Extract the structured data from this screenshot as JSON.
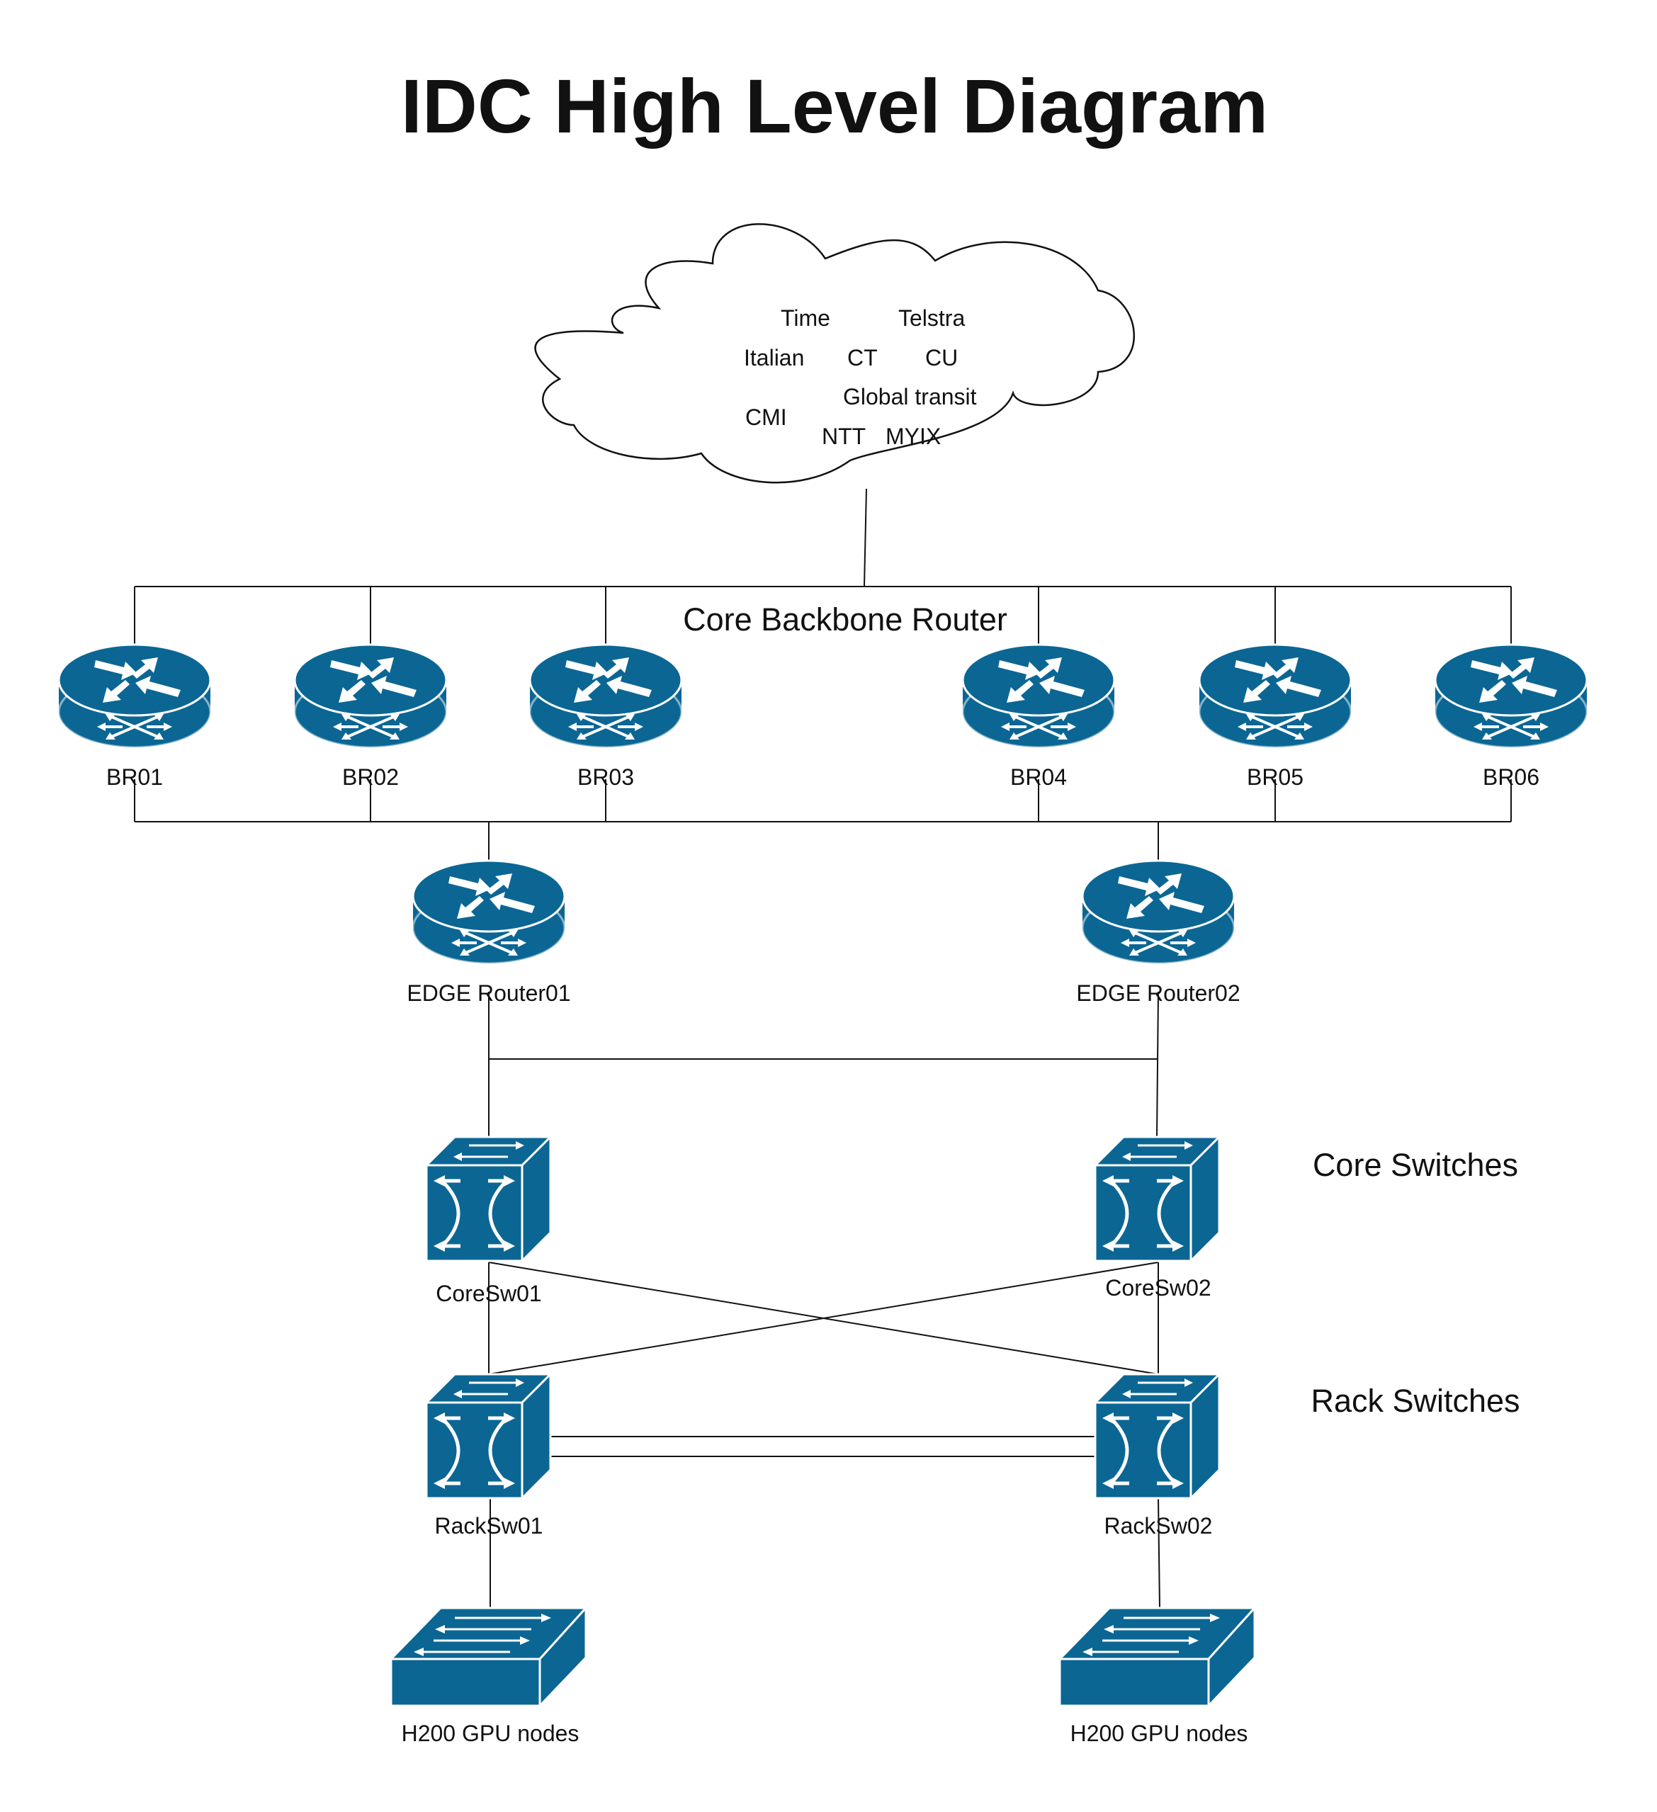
{
  "title": "IDC High Level Diagram",
  "cloud": {
    "providers": [
      "Time",
      "Telstra",
      "Italian",
      "CT",
      "CU",
      "Global transit",
      "CMI",
      "NTT",
      "MYIX"
    ]
  },
  "sections": {
    "core_backbone": "Core Backbone Router",
    "core_switches": "Core Switches",
    "rack_switches": "Rack Switches"
  },
  "backbone_routers": [
    "BR01",
    "BR02",
    "BR03",
    "BR04",
    "BR05",
    "BR06"
  ],
  "edge_routers": [
    "EDGE Router01",
    "EDGE Router02"
  ],
  "core_switches": [
    "CoreSw01",
    "CoreSw02"
  ],
  "rack_switches": [
    "RackSw01",
    "RackSw02"
  ],
  "gpu_nodes": [
    "H200 GPU nodes",
    "H200 GPU nodes"
  ],
  "colors": {
    "device": "#0b6694",
    "line": "#111111"
  }
}
